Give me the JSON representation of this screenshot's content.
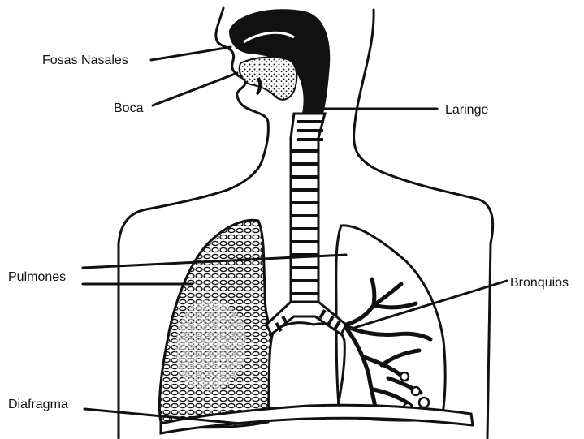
{
  "diagram": {
    "labels": {
      "fosas_nasales": "Fosas Nasales",
      "boca": "Boca",
      "laringe": "Laringe",
      "pulmones": "Pulmones",
      "bronquios": "Bronquios",
      "diafragma": "Diafragma"
    },
    "colors": {
      "ink": "#111111",
      "background": "#ffffff"
    }
  }
}
